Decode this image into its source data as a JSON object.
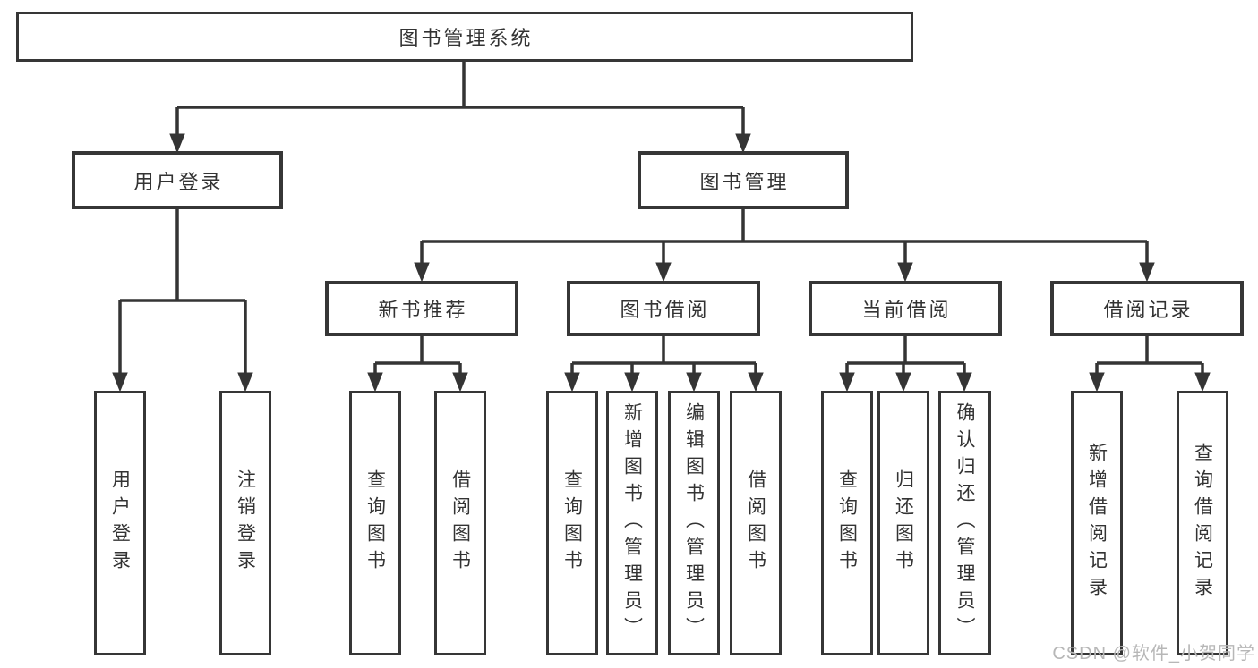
{
  "diagram": {
    "root": {
      "label": "图书管理系统"
    },
    "level2": [
      {
        "id": "user-login",
        "label": "用户登录"
      },
      {
        "id": "book-management",
        "label": "图书管理"
      }
    ],
    "level3": [
      {
        "id": "new-book-recommendation",
        "label": "新书推荐"
      },
      {
        "id": "book-borrowing",
        "label": "图书借阅"
      },
      {
        "id": "current-borrowing",
        "label": "当前借阅"
      },
      {
        "id": "borrowing-records",
        "label": "借阅记录"
      }
    ],
    "leaves": [
      {
        "id": "user-login",
        "label": "用户登录"
      },
      {
        "id": "logout",
        "label": "注销登录"
      },
      {
        "id": "query-books-recommend",
        "label": "查询图书"
      },
      {
        "id": "borrow-books-recommend",
        "label": "借阅图书"
      },
      {
        "id": "query-books-borrowing",
        "label": "查询图书"
      },
      {
        "id": "add-books-admin",
        "label": "新增图书（管理员）"
      },
      {
        "id": "edit-books-admin",
        "label": "编辑图书（管理员）"
      },
      {
        "id": "borrow-books-borrowing",
        "label": "借阅图书"
      },
      {
        "id": "query-books-current",
        "label": "查询图书"
      },
      {
        "id": "return-books",
        "label": "归还图书"
      },
      {
        "id": "confirm-return-admin",
        "label": "确认归还（管理员）"
      },
      {
        "id": "add-borrow-record",
        "label": "新增借阅记录"
      },
      {
        "id": "query-borrow-record",
        "label": "查询借阅记录"
      }
    ],
    "colors": {
      "line": "#343434",
      "box_border": "#363636",
      "text": "#333333",
      "background": "#ffffff",
      "watermark": "#b7b7b7"
    }
  },
  "watermark": {
    "text": "CSDN @软件_小贺同学"
  }
}
